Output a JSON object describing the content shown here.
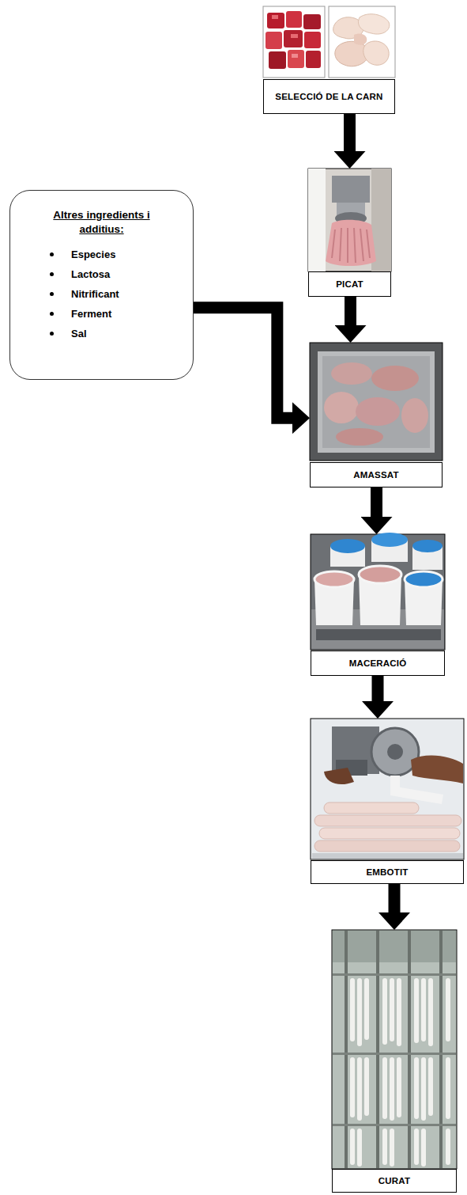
{
  "diagram": {
    "nodes": [
      {
        "text": [
          "SELECCIÓ DE LA CARN"
        ]
      },
      {
        "text": [
          "PICAT"
        ]
      },
      {
        "text": [
          "Altres ingredients i additius:",
          "Especies",
          "Lactosa",
          "Nitrificant",
          "Ferment",
          "Sal"
        ]
      },
      {
        "text": [
          "AMASSAT"
        ]
      },
      {
        "text": [
          "MACERACIÓ"
        ]
      },
      {
        "text": [
          "EMBOTIT"
        ]
      },
      {
        "text": [
          "CURAT"
        ]
      }
    ],
    "edges": [
      {
        "from": 0,
        "to": 1,
        "arrow": "to"
      },
      {
        "from": 1,
        "to": 3,
        "arrow": "to"
      },
      {
        "from": 2,
        "to": 3,
        "arrow": "to"
      },
      {
        "from": 3,
        "to": 4,
        "arrow": "to"
      },
      {
        "from": 4,
        "to": 5,
        "arrow": "to"
      },
      {
        "from": 5,
        "to": 6,
        "arrow": "to"
      }
    ]
  }
}
